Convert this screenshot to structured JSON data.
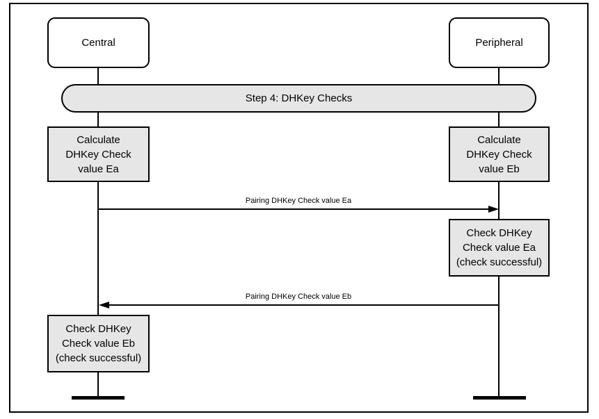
{
  "diagram": {
    "type": "sequence-diagram",
    "banner_label": "Step 4: DHKey Checks",
    "actors": [
      {
        "name": "Central"
      },
      {
        "name": "Peripheral"
      }
    ],
    "process_boxes": [
      {
        "actor": "Central",
        "text": "Calculate\nDHKey Check\nvalue Ea"
      },
      {
        "actor": "Peripheral",
        "text": "Calculate\nDHKey Check\nvalue Eb"
      },
      {
        "actor": "Peripheral",
        "text": "Check DHKey\nCheck value Ea\n(check successful)"
      },
      {
        "actor": "Central",
        "text": "Check DHKey\nCheck value Eb\n(check successful)"
      }
    ],
    "messages": [
      {
        "label": "Pairing DHKey Check value Ea",
        "from": "Central",
        "to": "Peripheral",
        "direction": "right"
      },
      {
        "label": "Pairing DHKey Check value Eb",
        "from": "Peripheral",
        "to": "Central",
        "direction": "left"
      }
    ],
    "colors": {
      "stroke": "#000000",
      "box_fill": "#e6e6e6",
      "background": "#ffffff"
    }
  }
}
